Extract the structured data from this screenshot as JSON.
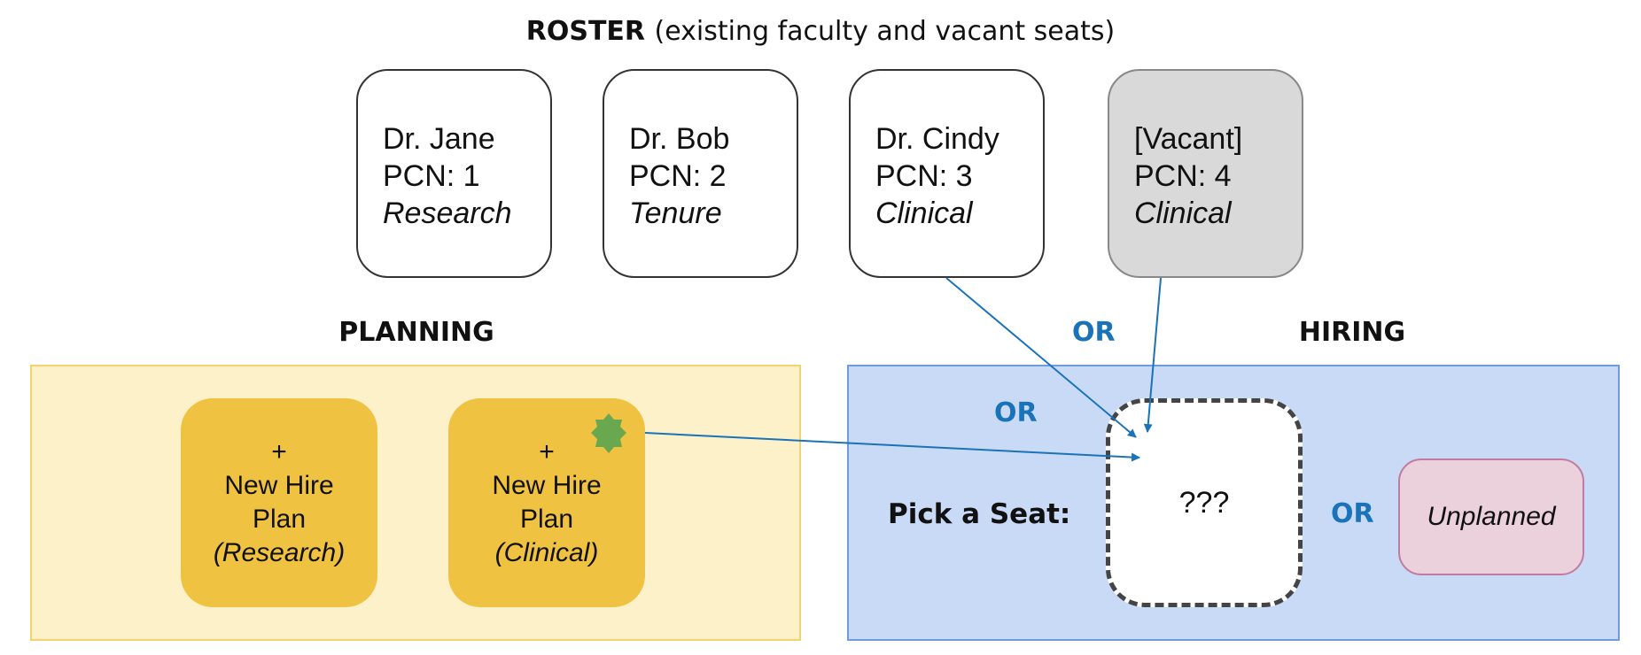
{
  "roster": {
    "heading_bold": "ROSTER",
    "heading_rest": "(existing faculty and vacant seats)",
    "cards": [
      {
        "name": "Dr. Jane",
        "pcn": "PCN: 1",
        "type": "Research",
        "vacant": false
      },
      {
        "name": "Dr. Bob",
        "pcn": "PCN: 2",
        "type": "Tenure",
        "vacant": false
      },
      {
        "name": "Dr. Cindy",
        "pcn": "PCN: 3",
        "type": "Clinical",
        "vacant": false
      },
      {
        "name": "[Vacant]",
        "pcn": "PCN: 4",
        "type": "Clinical",
        "vacant": true
      }
    ]
  },
  "planning": {
    "heading": "PLANNING",
    "plans": [
      {
        "plus": "+",
        "line1": "New Hire",
        "line2": "Plan",
        "type": "(Research)"
      },
      {
        "plus": "+",
        "line1": "New Hire",
        "line2": "Plan",
        "type": "(Clinical)"
      }
    ]
  },
  "hiring": {
    "heading": "HIRING",
    "pick_label": "Pick a Seat:",
    "seat_text": "???",
    "unplanned_text": "Unplanned"
  },
  "or_labels": {
    "top": "OR",
    "middle": "OR",
    "right": "OR"
  },
  "colors": {
    "arrow": "#1a73b8",
    "or_text": "#1a73b8",
    "planning_bg": "#fdf1c9",
    "hiring_bg": "#c9daf6",
    "plan_card": "#f0c242",
    "vacant_card": "#d9d9d9",
    "unplanned_card": "#ead1dc",
    "star": "#6aa84f"
  },
  "icons": {
    "plan_marker": "green-star-icon"
  }
}
